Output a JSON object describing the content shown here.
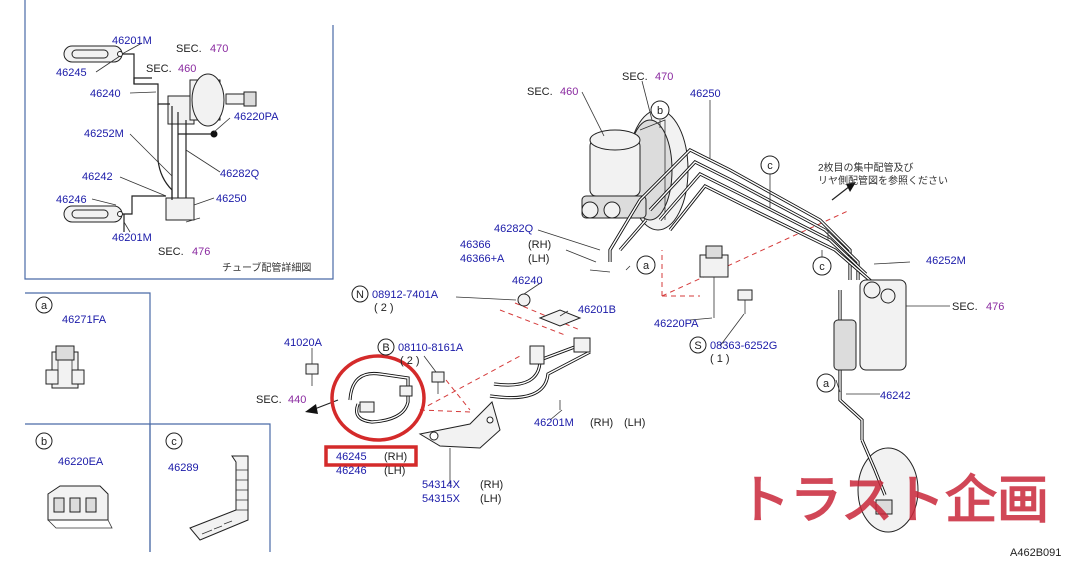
{
  "labels": {
    "ins_46201M_top": "46201M",
    "ins_sec470": "SEC.",
    "ins_sec470_n": "470",
    "ins_46245": "46245",
    "ins_sec460": "SEC.",
    "ins_sec460_n": "460",
    "ins_46240": "46240",
    "ins_46220PA": "46220PA",
    "ins_46252M": "46252M",
    "ins_46282Q": "46282Q",
    "ins_46242": "46242",
    "ins_46250": "46250",
    "ins_46246": "46246",
    "ins_46201M_bot": "46201M",
    "ins_sec476": "SEC.",
    "ins_sec476_n": "476",
    "ins_caption": "チューブ配管詳細図",
    "a_letter": "a",
    "a_46271FA": "46271FA",
    "b_letter": "b",
    "b_46220EA": "46220EA",
    "c_letter": "c",
    "c_46289": "46289",
    "m_sec470": "SEC.",
    "m_sec470_n": "470",
    "m_sec460": "SEC.",
    "m_sec460_n": "460",
    "m_b1": "b",
    "m_46250": "46250",
    "m_c1": "c",
    "m_note1": "2枚目の集中配管及び",
    "m_note2": "リヤ側配管図を参照ください",
    "m_46282Q": "46282Q",
    "m_46366": "46366",
    "m_46366_rh": "(RH)",
    "m_46366A": "46366+A",
    "m_46366A_lh": "(LH)",
    "m_a1": "a",
    "m_46240": "46240",
    "m_N": "N",
    "m_08912": "08912-7401A",
    "m_08912_q": "( 2 )",
    "m_46201B": "46201B",
    "m_46220PA": "46220PA",
    "m_c2": "c",
    "m_46252M": "46252M",
    "m_sec476": "SEC.",
    "m_sec476_n": "476",
    "m_S": "S",
    "m_08363": "08363-6252G",
    "m_08363_q": "( 1 )",
    "m_41020A": "41020A",
    "m_B": "B",
    "m_08110": "08110-8161A",
    "m_08110_q": "( 2 )",
    "m_sec440": "SEC.",
    "m_sec440_n": "440",
    "m_46201M": "46201M",
    "m_46201M_rh": "(RH)",
    "m_46201M_lh": "(LH)",
    "m_a2": "a",
    "m_46242": "46242",
    "m_46245": "46245",
    "m_46245_rh": "(RH)",
    "m_46246": "46246",
    "m_46246_lh": "(LH)",
    "m_54314X": "54314X",
    "m_54314X_rh": "(RH)",
    "m_54315X": "54315X",
    "m_54315X_lh": "(LH)",
    "watermark": "トラスト企画",
    "diagram_code": "A462B091"
  },
  "colors": {
    "part_number": "#1a1aa8",
    "section_number": "#8a2aa0",
    "highlight": "#d42a2a",
    "watermark": "#c9283a",
    "frame": "#4a6aa6"
  }
}
